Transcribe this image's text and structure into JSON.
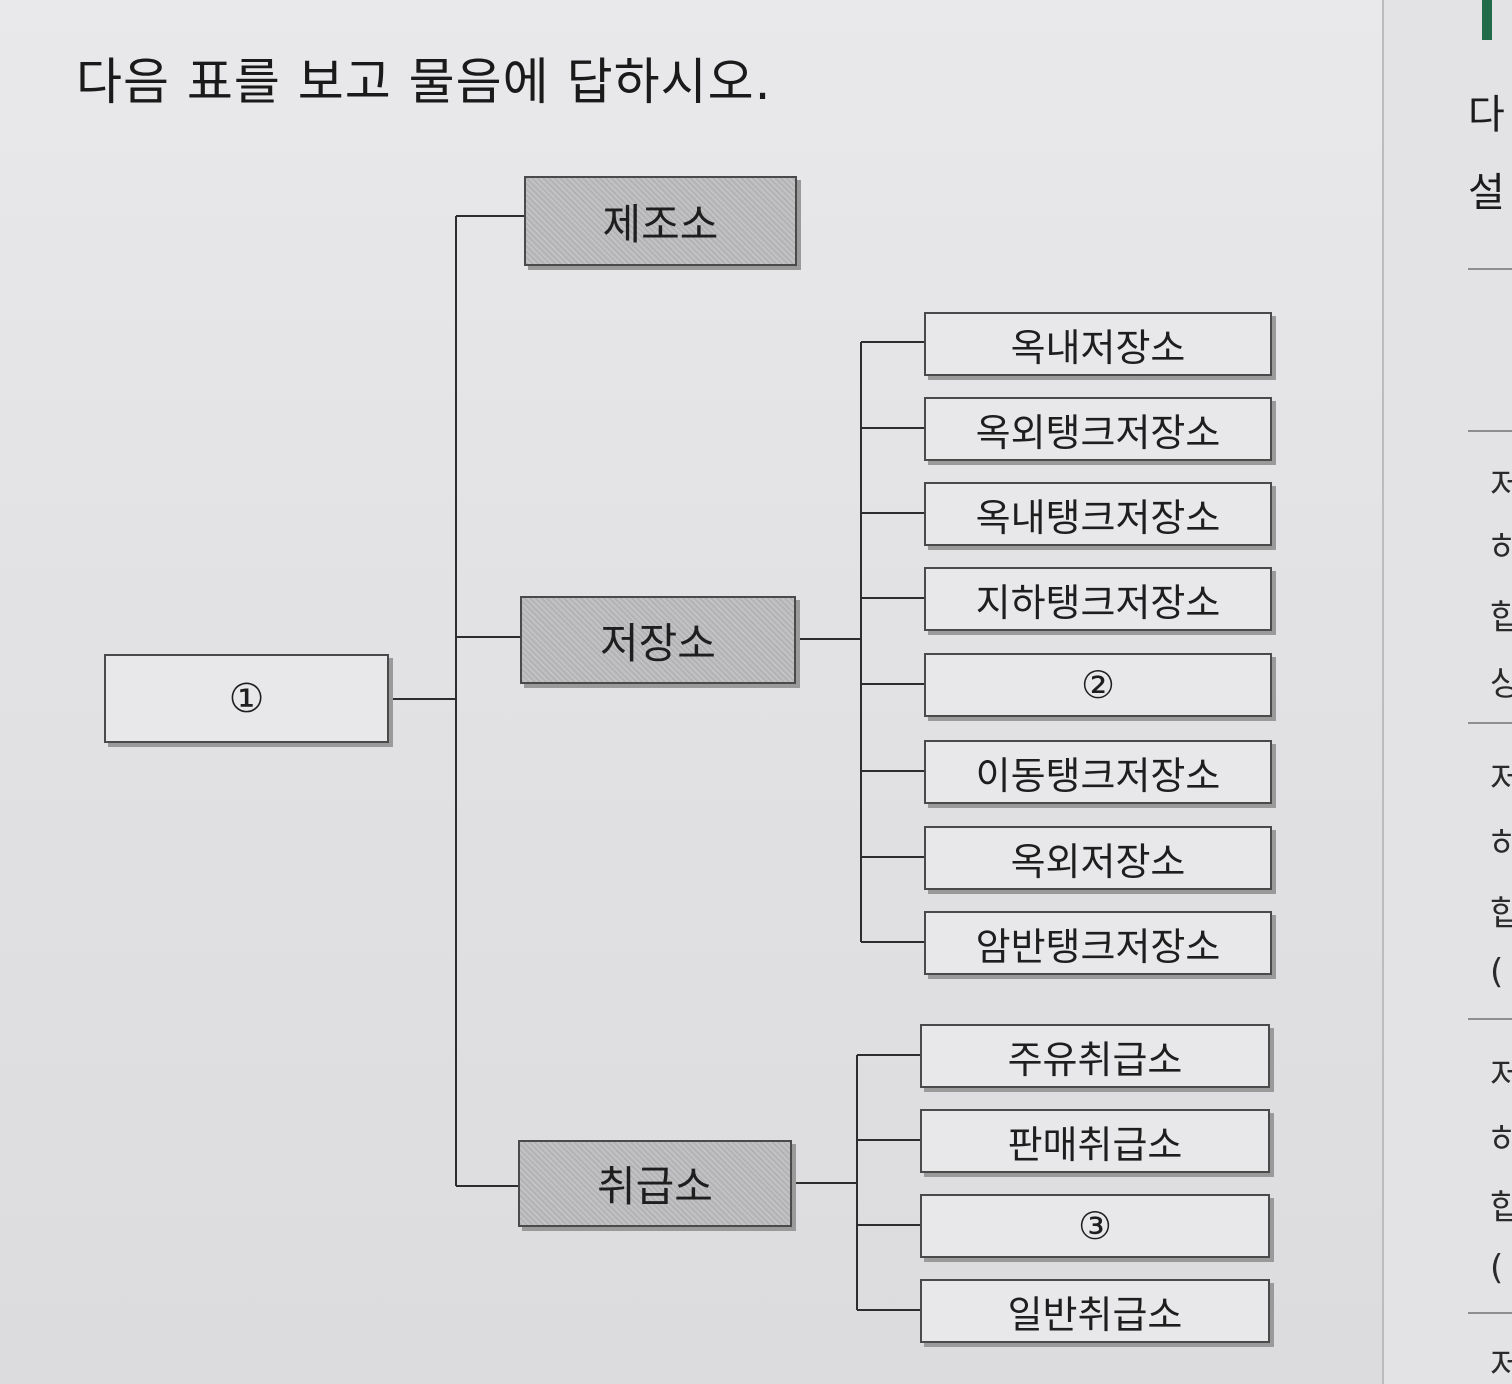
{
  "question": "다음 표를 보고 물음에 답하시오.",
  "root": "①",
  "level1": {
    "manufacture": "제조소",
    "storage": "저장소",
    "handling": "취급소"
  },
  "storage_items": [
    "옥내저장소",
    "옥외탱크저장소",
    "옥내탱크저장소",
    "지하탱크저장소",
    "②",
    "이동탱크저장소",
    "옥외저장소",
    "암반탱크저장소"
  ],
  "handling_items": [
    "주유취급소",
    "판매취급소",
    "③",
    "일반취급소"
  ],
  "right_column": {
    "top_chars": [
      "다",
      "설"
    ],
    "items": [
      "저",
      "히",
      "합",
      "상",
      "저",
      "히",
      "합",
      "(",
      "저",
      "히",
      "합",
      "(",
      "저"
    ]
  }
}
